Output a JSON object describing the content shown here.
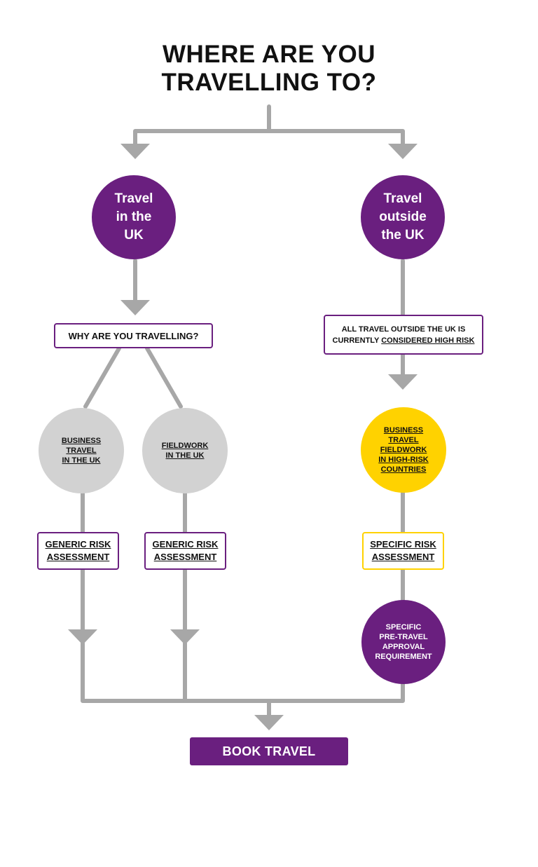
{
  "title": {
    "line1": "WHERE ARE YOU",
    "line2": "TRAVELLING TO?"
  },
  "uk_circle": {
    "lines": [
      "Travel",
      "in the",
      "UK"
    ]
  },
  "outside_circle": {
    "lines": [
      "Travel",
      "outside",
      "the UK"
    ]
  },
  "why_box": {
    "label": "WHY ARE YOU TRAVELLING?"
  },
  "high_risk_box": {
    "line1": "ALL TRAVEL OUTSIDE THE UK IS",
    "line2_plain": "CURRENTLY",
    "line2_link": "CONSIDERED HIGH RISK"
  },
  "business_uk": {
    "lines": [
      "BUSINESS",
      "TRAVEL",
      "IN THE UK"
    ]
  },
  "fieldwork_uk": {
    "lines": [
      "FIELDWORK",
      "IN THE UK"
    ]
  },
  "high_risk_countries": {
    "lines": [
      "BUSINESS",
      "TRAVEL",
      "FIELDWORK",
      "IN HIGH-RISK",
      "COUNTRIES"
    ]
  },
  "generic_risk_1": {
    "lines": [
      "GENERIC RISK",
      "ASSESSMENT"
    ]
  },
  "generic_risk_2": {
    "lines": [
      "GENERIC RISK",
      "ASSESSMENT"
    ]
  },
  "specific_risk": {
    "lines": [
      "SPECIFIC RISK",
      "ASSESSMENT"
    ]
  },
  "approval": {
    "lines": [
      "SPECIFIC",
      "PRE-TRAVEL",
      "APPROVAL",
      "REQUIREMENT"
    ]
  },
  "book_button": {
    "label": "BOOK TRAVEL"
  },
  "colors": {
    "purple": "#6a1f7f",
    "grey_line": "#a7a7a7",
    "grey_circle": "#d2d2d2",
    "yellow": "#ffd200"
  }
}
